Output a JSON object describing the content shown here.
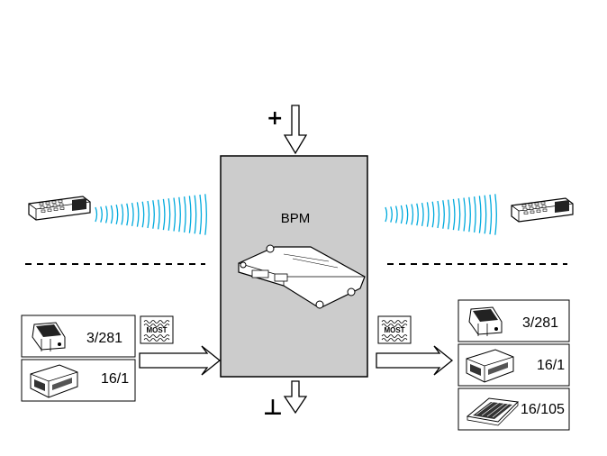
{
  "center_module": {
    "label": "BPM"
  },
  "power": {
    "plus_symbol": "+",
    "ground_symbol": "⊥"
  },
  "bus": {
    "left_label": "MOST",
    "right_label": "MOST"
  },
  "left_devices": [
    {
      "label": "3/281",
      "icon": "radio-key-icon"
    },
    {
      "label": "16/1",
      "icon": "control-unit-icon"
    }
  ],
  "right_devices": [
    {
      "label": "3/281",
      "icon": "radio-key-icon"
    },
    {
      "label": "16/1",
      "icon": "control-unit-icon"
    },
    {
      "label": "16/105",
      "icon": "heater-unit-icon"
    }
  ],
  "remotes": {
    "left_icon": "remote-key-fob-icon",
    "right_icon": "remote-key-fob-icon"
  },
  "colors": {
    "module_fill": "#cccccc",
    "line": "#000000",
    "background": "#ffffff"
  }
}
